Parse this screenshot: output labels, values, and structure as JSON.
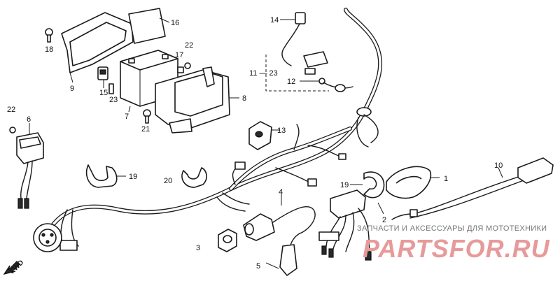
{
  "callouts": {
    "c1": "1",
    "c2": "2",
    "c3": "3",
    "c4": "4",
    "c5": "5",
    "c6": "6",
    "c7": "7",
    "c8": "8",
    "c9": "9",
    "c10": "10",
    "c11_23": "11 — 23",
    "c12": "12",
    "c13": "13",
    "c14": "14",
    "c15": "15",
    "c16": "16",
    "c17": "17",
    "c18": "18",
    "c19a": "19",
    "c19b": "19",
    "c20": "20",
    "c21": "21",
    "c22a": "22",
    "c22b": "22",
    "c23": "23"
  },
  "direction_label": "FWD",
  "watermark": {
    "tagline": "ЗАПЧАСТИ И АКСЕССУАРЫ ДЛЯ МОТОТЕХНИКИ",
    "brand": "PARTSFOR.RU"
  }
}
